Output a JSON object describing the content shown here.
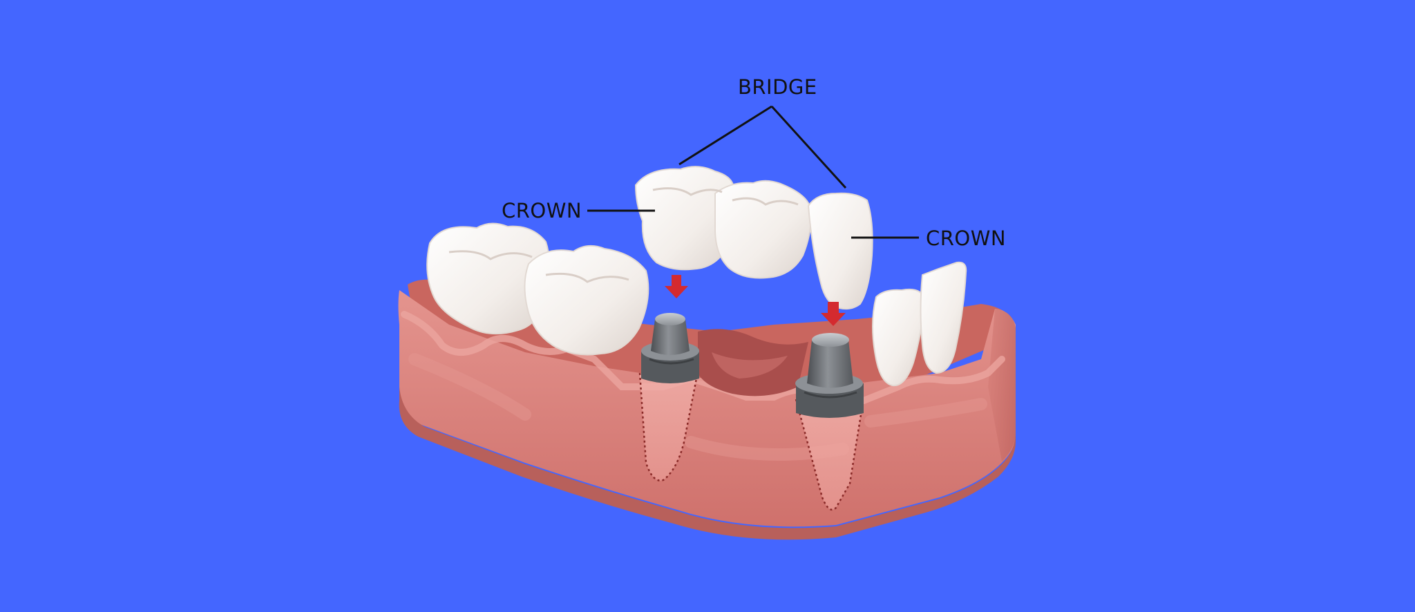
{
  "labels": {
    "bridge": "BRIDGE",
    "crown_left": "CROWN",
    "crown_right": "CROWN"
  },
  "colors": {
    "background": "#4466ff",
    "gum": "#d7817b",
    "gum_dark": "#b9605c",
    "tooth": "#f7f3f0",
    "abutment": "#6f7276",
    "arrow": "#d42a2f",
    "leader_line": "#111111"
  }
}
